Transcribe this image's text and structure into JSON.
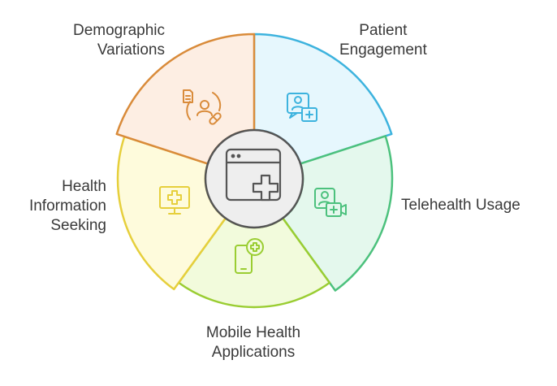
{
  "center": {
    "icon": "browser-medical-icon",
    "fill": "#eeeeee",
    "stroke": "#555555"
  },
  "segments": [
    {
      "id": "patient-engagement",
      "label_lines": [
        "Patient",
        "Engagement"
      ],
      "fill": "#e6f7fd",
      "stroke": "#3db3de",
      "icon": "patient-chat-icon"
    },
    {
      "id": "telehealth-usage",
      "label_lines": [
        "Telehealth Usage"
      ],
      "fill": "#e4f8ed",
      "stroke": "#4cc17d",
      "icon": "video-consult-icon"
    },
    {
      "id": "mobile-health",
      "label_lines": [
        "Mobile Health",
        "Applications"
      ],
      "fill": "#f2fbdc",
      "stroke": "#9acd32",
      "icon": "mobile-health-icon"
    },
    {
      "id": "health-information",
      "label_lines": [
        "Health",
        "Information",
        "Seeking"
      ],
      "fill": "#fefbdc",
      "stroke": "#e6cf3c",
      "icon": "monitor-medical-icon"
    },
    {
      "id": "demographic",
      "label_lines": [
        "Demographic",
        "Variations"
      ],
      "fill": "#fdeee3",
      "stroke": "#d98b3a",
      "icon": "demographic-icon"
    }
  ]
}
